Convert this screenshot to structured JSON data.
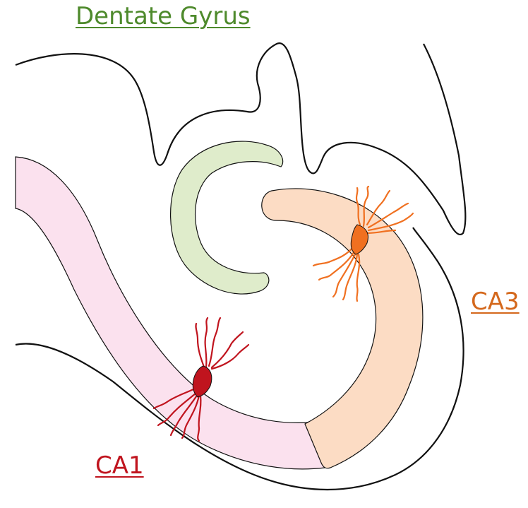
{
  "labels": {
    "dentate_gyrus": "Dentate Gyrus",
    "ca3": "CA3",
    "ca1": "CA1"
  },
  "colors": {
    "dentate_gyrus_label": "#4e8a2c",
    "ca3_label": "#d4681c",
    "ca1_label": "#c0141e",
    "outline": "#111111",
    "ca1_band_fill": "#fbe1ee",
    "ca3_band_fill": "#fcdcc4",
    "dentate_gyrus_fill": "#dfeccb",
    "ca1_neuron": "#c0141e",
    "ca3_neuron": "#f07020"
  }
}
